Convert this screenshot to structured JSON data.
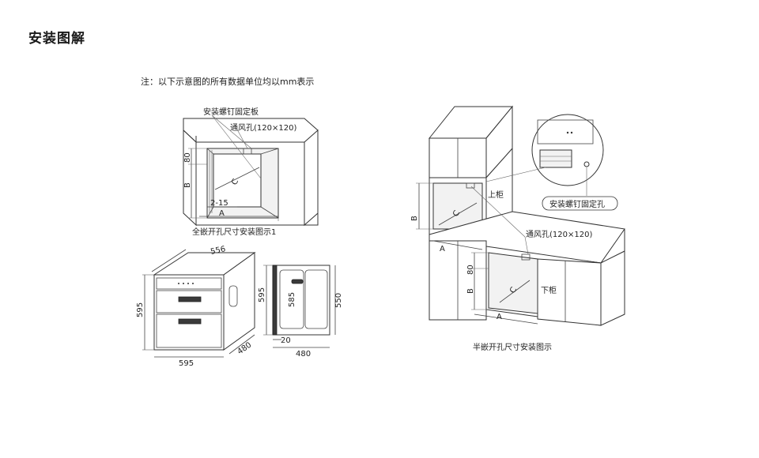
{
  "page": {
    "title": "安装图解",
    "note": "注：以下示意图的所有数据单位均以mm表示"
  },
  "full_embed": {
    "caption": "全嵌开孔尺寸安装图示1",
    "label_plate": "安装螺钉固定板",
    "label_vent": "通风孔(120×120)",
    "dim_80": "80",
    "dim_B": "B",
    "dim_C": "C",
    "dim_2_15": "2-15",
    "dim_A": "A"
  },
  "product": {
    "front_width": "556",
    "front_height": "595",
    "bottom_width": "595",
    "depth": "480"
  },
  "side": {
    "height": "595",
    "inner_height": "585",
    "total_height": "550",
    "offset": "20",
    "depth": "480"
  },
  "half_embed": {
    "caption": "半嵌开孔尺寸安装图示",
    "label_upper": "上柜",
    "label_lower": "下柜",
    "label_vent": "通风孔(120×120)",
    "label_screw": "安装螺钉固定孔",
    "upper_B": "B",
    "upper_C": "C",
    "upper_A": "A",
    "lower_80": "80",
    "lower_B": "B",
    "lower_C": "C",
    "lower_A": "A"
  }
}
